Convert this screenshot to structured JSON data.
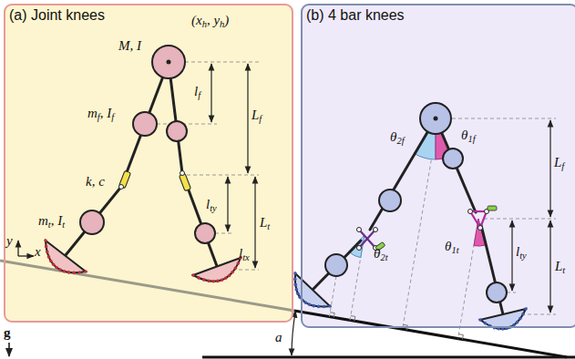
{
  "diagram": {
    "nodes": [
      {
        "text": [
          "(a) Joint knees"
        ]
      },
      {
        "text": [
          "(b) 4 bar knees"
        ]
      }
    ],
    "labels": [
      "(xh, yh)",
      "M, I",
      "lf",
      "Lf",
      "mf, If",
      "k, c",
      "mt, It",
      "lty",
      "Lt",
      "ltx",
      "y",
      "x",
      "g",
      "θ2f",
      "θ1f",
      "Lf",
      "θ2t",
      "θ1t",
      "lty",
      "Lt",
      "a"
    ]
  }
}
